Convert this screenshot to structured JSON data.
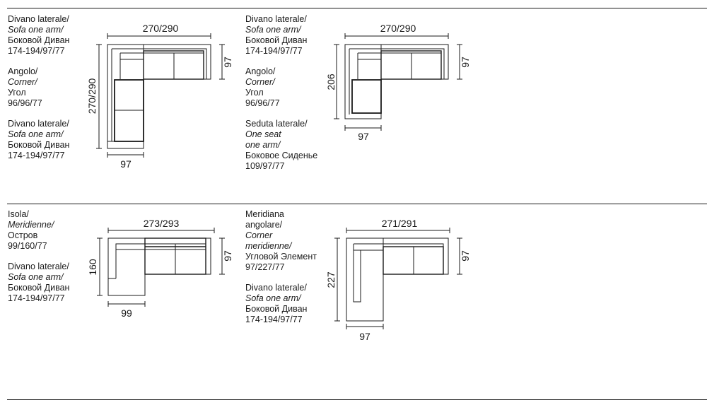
{
  "sections": [
    {
      "id": "s1",
      "legend": [
        {
          "it": "Divano laterale/",
          "en": "Sofa one arm/",
          "ru": "Боковой Диван",
          "dims": "174-194/97/77"
        },
        {
          "it": "Angolo/",
          "en": "Corner/",
          "ru": "Угол",
          "dims": "96/96/77"
        },
        {
          "it": "Divano laterale/",
          "en": "Sofa one arm/",
          "ru": "Боковой Диван",
          "dims": "174-194/97/77"
        }
      ],
      "dims": {
        "top": "270/290",
        "right": "97",
        "left": "270/290",
        "bottom": "97"
      }
    },
    {
      "id": "s2",
      "legend": [
        {
          "it": "Divano laterale/",
          "en": "Sofa one arm/",
          "ru": "Боковой Диван",
          "dims": "174-194/97/77"
        },
        {
          "it": "Angolo/",
          "en": "Corner/",
          "ru": "Угол",
          "dims": "96/96/77"
        },
        {
          "it": "Seduta laterale/",
          "en": "One seat",
          "en2": "one arm/",
          "ru": "Боковое Сиденье",
          "dims": "109/97/77"
        }
      ],
      "dims": {
        "top": "270/290",
        "right": "97",
        "left": "206",
        "bottom": "97"
      }
    },
    {
      "id": "s3",
      "legend": [
        {
          "it": "Isola/",
          "en": "Meridienne/",
          "ru": "Остров",
          "dims": "99/160/77"
        },
        {
          "it": "Divano laterale/",
          "en": "Sofa one arm/",
          "ru": "Боковой Диван",
          "dims": "174-194/97/77"
        }
      ],
      "dims": {
        "top": "273/293",
        "right": "97",
        "left": "160",
        "bottom": "99"
      }
    },
    {
      "id": "s4",
      "legend": [
        {
          "it": "Meridiana",
          "it2": "angolare/",
          "en": "Corner",
          "en2": "meridienne/",
          "ru": "Угловой Элемент",
          "dims": "97/227/77"
        },
        {
          "it": "Divano laterale/",
          "en": "Sofa one arm/",
          "ru": "Боковой Диван",
          "dims": "174-194/97/77"
        }
      ],
      "dims": {
        "top": "271/291",
        "right": "97",
        "left": "227",
        "bottom": "97"
      }
    }
  ]
}
